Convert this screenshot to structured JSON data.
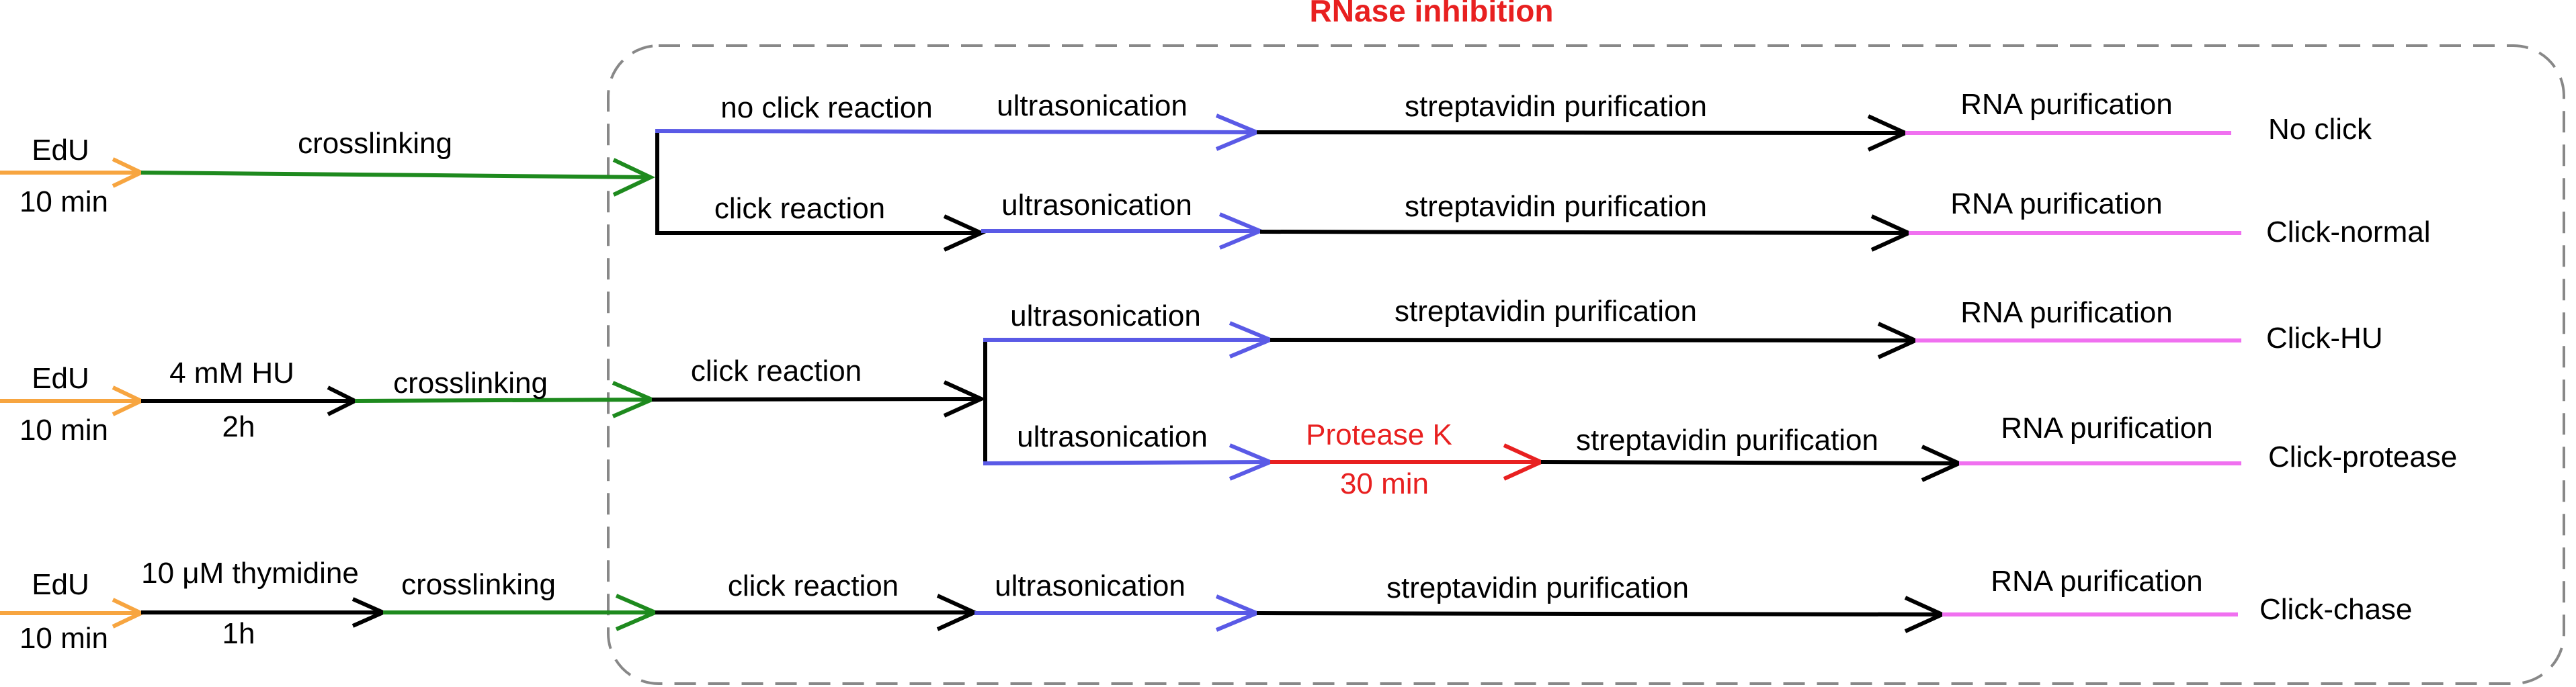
{
  "title": "RNase inhibition",
  "colors": {
    "edu": "#f7a540",
    "crosslink": "#1e8a1e",
    "sonication": "#5a5ae6",
    "purification": "#000000",
    "rna": "#f070f0",
    "protease": "#e82020",
    "title": "#e82020",
    "box": "#888888"
  },
  "groups": [
    {
      "edu_label": "EdU",
      "edu_time": "10 min",
      "crosslinking_label": "crosslinking"
    },
    {
      "edu_label": "EdU",
      "edu_time": "10 min",
      "treatment_label": "4 mM HU",
      "treatment_time": "2h",
      "crosslinking_label": "crosslinking",
      "click_label": "click reaction"
    },
    {
      "edu_label": "EdU",
      "edu_time": "10 min",
      "treatment_label": "10 μM thymidine",
      "treatment_time": "1h",
      "crosslinking_label": "crosslinking",
      "click_label": "click reaction"
    }
  ],
  "branches": [
    {
      "first_label": "no click reaction",
      "sonication_label": "ultrasonication",
      "purification_label": "streptavidin purification",
      "rna_label": "RNA purification",
      "outcome": "No click"
    },
    {
      "first_label": "click reaction",
      "sonication_label": "ultrasonication",
      "purification_label": "streptavidin purification",
      "rna_label": "RNA purification",
      "outcome": "Click-normal"
    },
    {
      "sonication_label": "ultrasonication",
      "purification_label": "streptavidin purification",
      "rna_label": "RNA purification",
      "outcome": "Click-HU"
    },
    {
      "sonication_label": "ultrasonication",
      "protease_label": "Protease K",
      "protease_time": "30 min",
      "purification_label": "streptavidin purification",
      "rna_label": "RNA purification",
      "outcome": "Click-protease"
    },
    {
      "sonication_label": "ultrasonication",
      "purification_label": "streptavidin purification",
      "rna_label": "RNA purification",
      "outcome": "Click-chase"
    }
  ]
}
